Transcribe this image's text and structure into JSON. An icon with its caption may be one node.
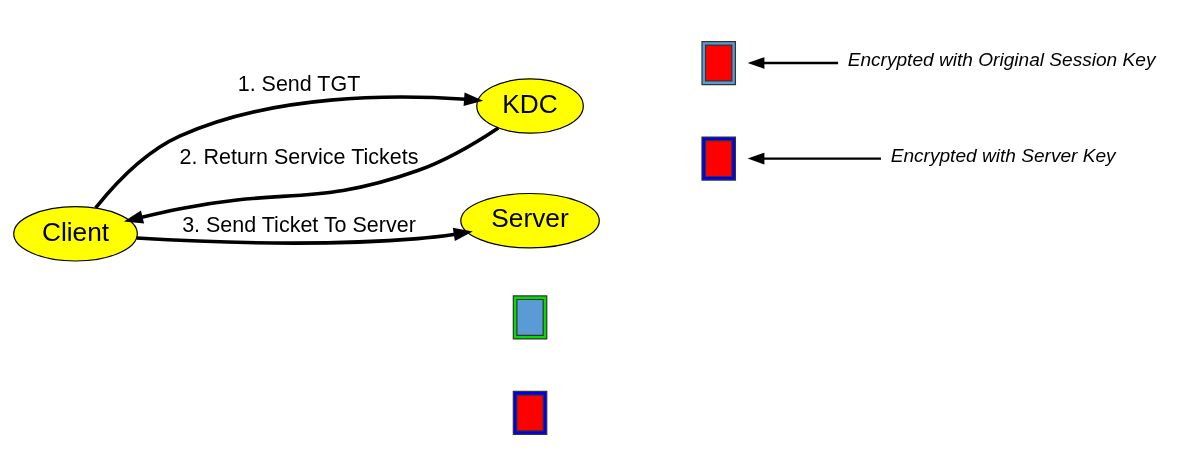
{
  "diagram": {
    "nodes": [
      {
        "text": [
          "Client"
        ]
      },
      {
        "text": [
          "KDC"
        ]
      },
      {
        "text": [
          "Server"
        ]
      },
      {
        "text": [],
        "shape": "box"
      },
      {
        "text": [],
        "shape": "box"
      },
      {
        "text": [],
        "shape": "box"
      },
      {
        "text": [],
        "shape": "box"
      },
      {
        "text": [
          "Encrypted with Server Key"
        ]
      },
      {
        "text": [
          "Encrypted with Original Session Key"
        ]
      }
    ],
    "edges": [
      {
        "from": 0,
        "to": 1,
        "arrow": "to",
        "label": "1. Send TGT"
      },
      {
        "from": 1,
        "to": 0,
        "arrow": "to",
        "label": "2. Return Service Tickets"
      },
      {
        "from": 0,
        "to": 2,
        "arrow": "to",
        "label": "3. Send Ticket To Server"
      },
      {
        "from": 7,
        "to": 5,
        "arrow": "to"
      },
      {
        "from": 8,
        "to": 4,
        "arrow": "to"
      }
    ]
  }
}
